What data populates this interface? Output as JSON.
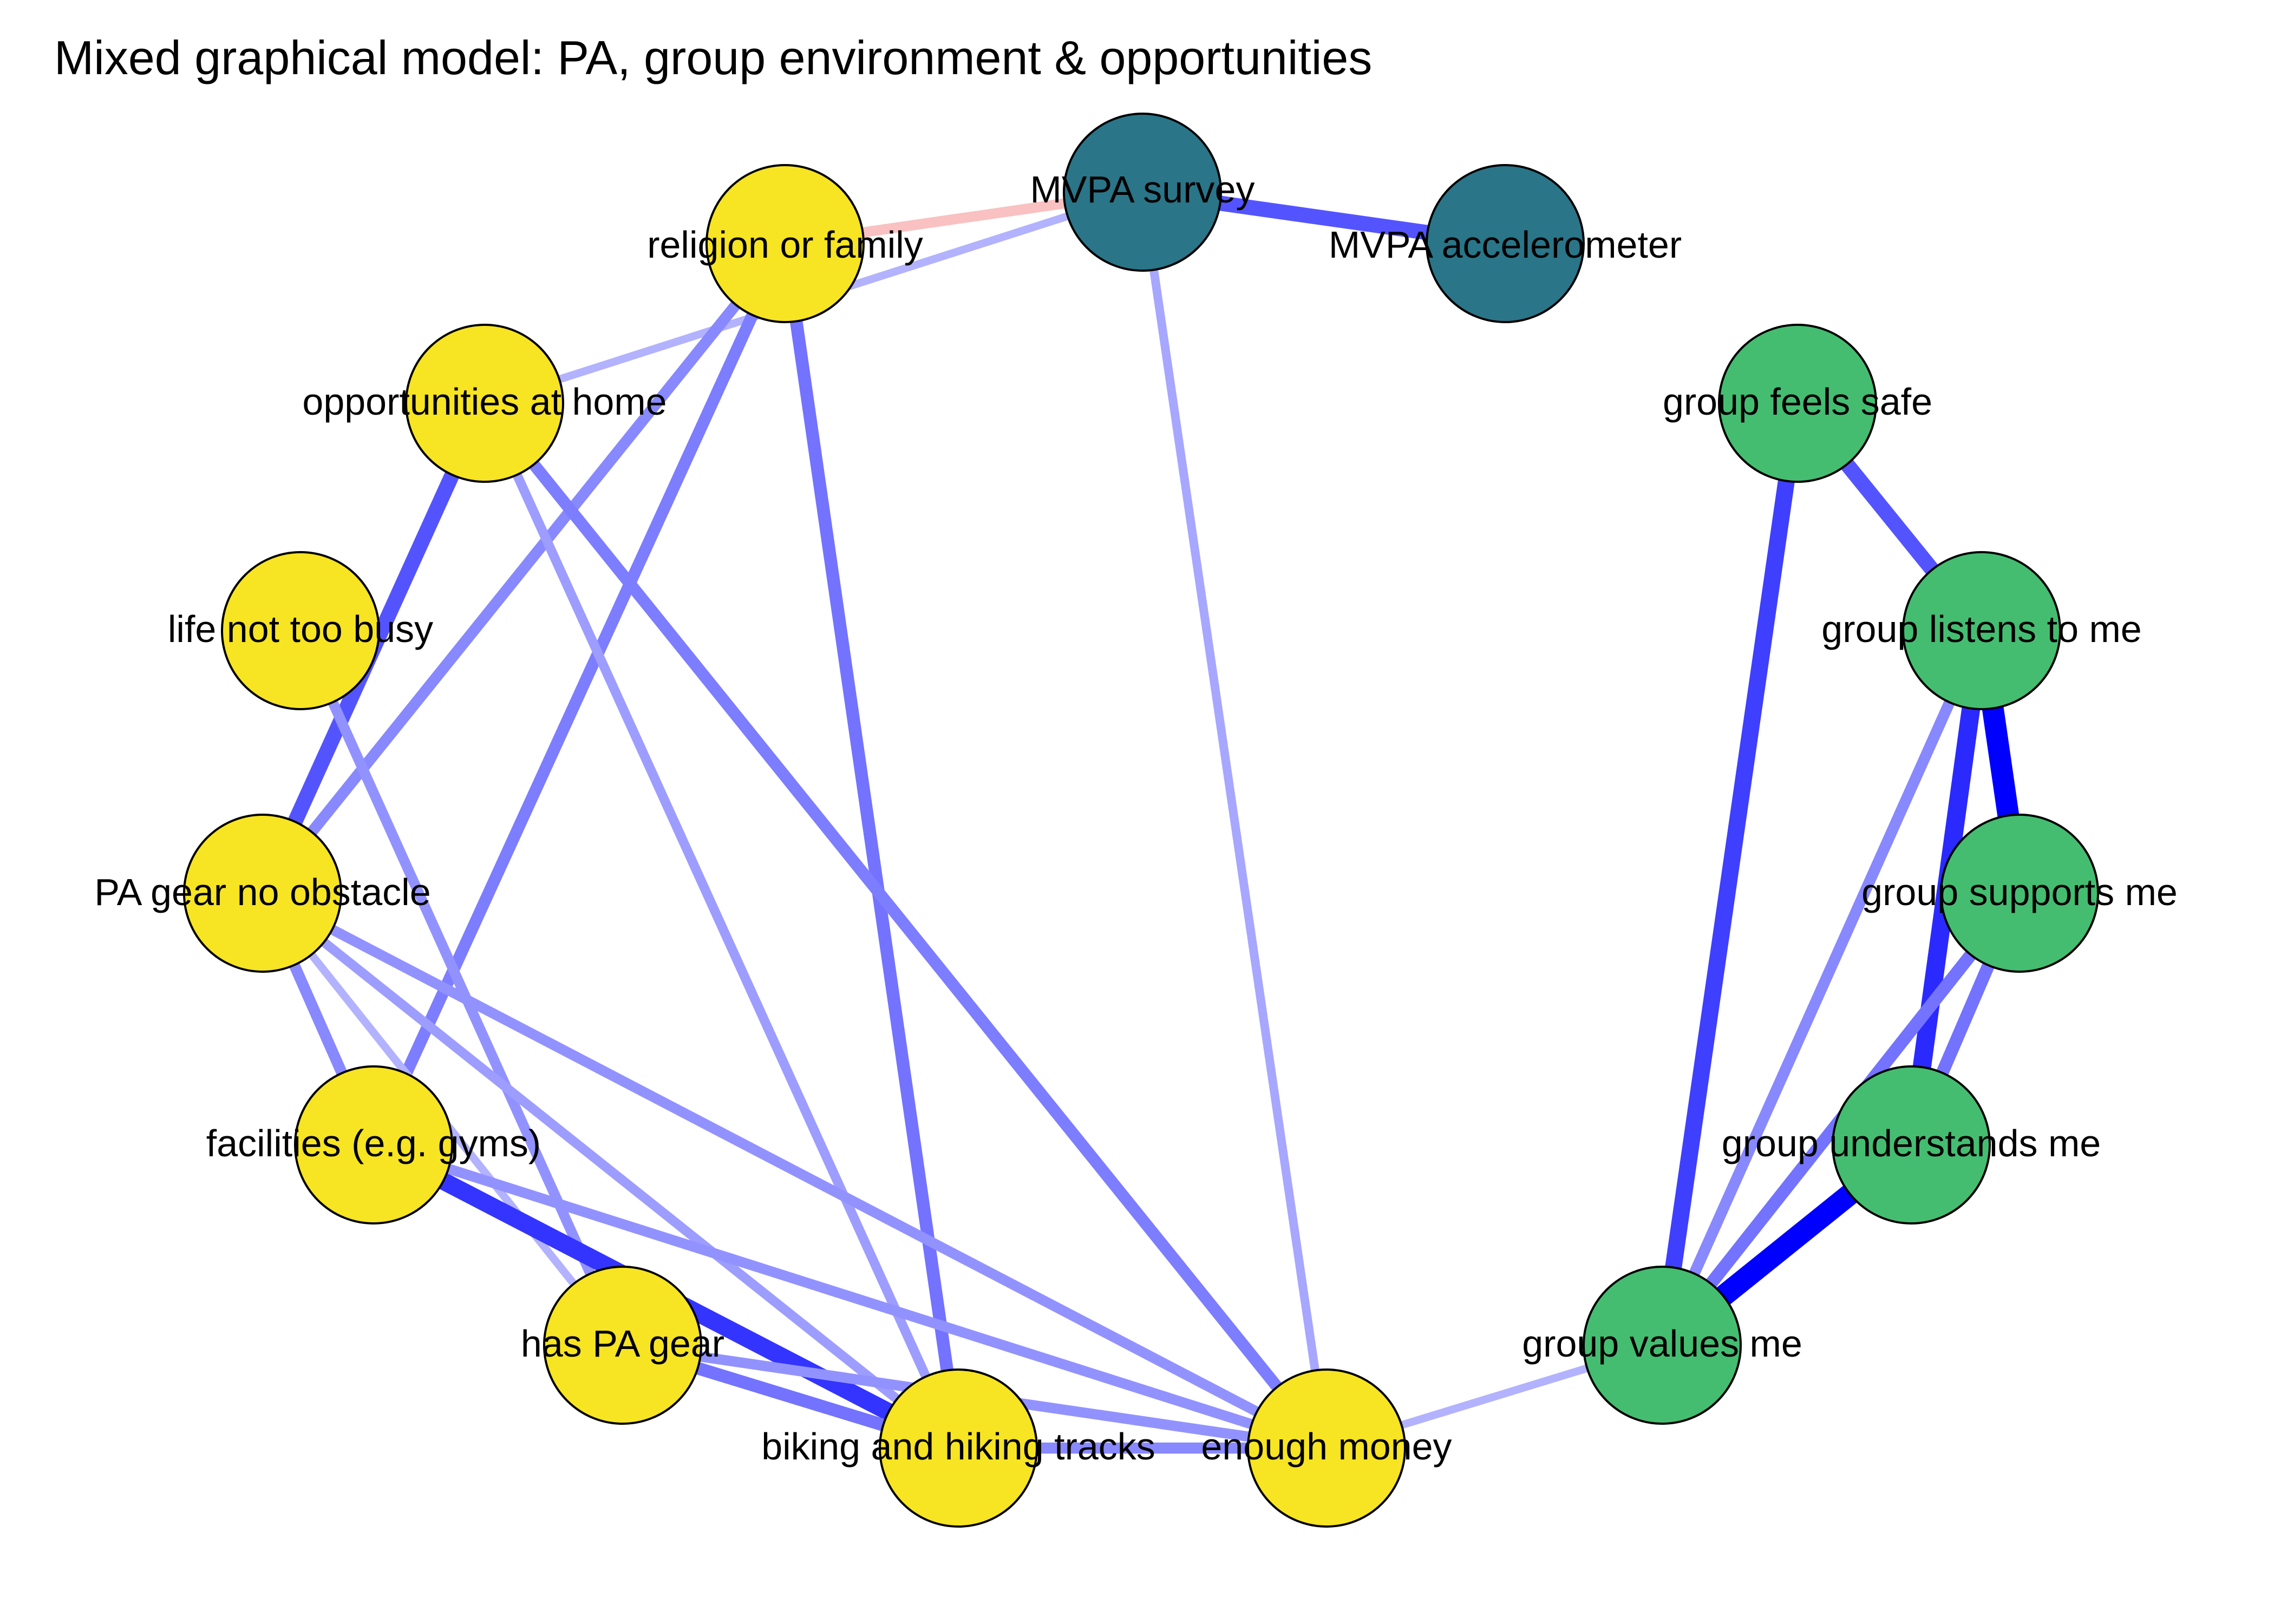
{
  "title": "Mixed graphical model: PA, group environment & opportunities",
  "colors": {
    "pa": "#2a7588",
    "opportunities": "#f7e423",
    "group": "#44bd71",
    "positive_edge": "#0000ff",
    "negative_edge": "#f06e6e",
    "node_stroke": "#000000"
  },
  "nodes": [
    {
      "id": "mvpa_survey",
      "label": "MVPA survey",
      "group": "pa"
    },
    {
      "id": "mvpa_acc",
      "label": "MVPA accelerometer",
      "group": "pa"
    },
    {
      "id": "religion",
      "label": "religion or family",
      "group": "opportunities"
    },
    {
      "id": "opp_home",
      "label": "opportunities at home",
      "group": "opportunities"
    },
    {
      "id": "not_busy",
      "label": "life not too busy",
      "group": "opportunities"
    },
    {
      "id": "gear_obstacle",
      "label": "PA gear no obstacle",
      "group": "opportunities"
    },
    {
      "id": "facilities",
      "label": "facilities (e.g. gyms)",
      "group": "opportunities"
    },
    {
      "id": "has_gear",
      "label": "has PA gear",
      "group": "opportunities"
    },
    {
      "id": "tracks",
      "label": "biking and hiking tracks",
      "group": "opportunities"
    },
    {
      "id": "money",
      "label": "enough money",
      "group": "opportunities"
    },
    {
      "id": "feels_safe",
      "label": "group feels safe",
      "group": "group"
    },
    {
      "id": "listens",
      "label": "group listens to me",
      "group": "group"
    },
    {
      "id": "supports",
      "label": "group supports me",
      "group": "group"
    },
    {
      "id": "understands",
      "label": "group understands me",
      "group": "group"
    },
    {
      "id": "values",
      "label": "group values me",
      "group": "group"
    }
  ],
  "edges": [
    {
      "from": "mvpa_survey",
      "to": "religion",
      "sign": "negative",
      "strength": 0.3
    },
    {
      "from": "mvpa_survey",
      "to": "mvpa_acc",
      "sign": "positive",
      "strength": 0.6
    },
    {
      "from": "mvpa_survey",
      "to": "opp_home",
      "sign": "positive",
      "strength": 0.15
    },
    {
      "from": "mvpa_survey",
      "to": "money",
      "sign": "positive",
      "strength": 0.2
    },
    {
      "from": "religion",
      "to": "gear_obstacle",
      "sign": "positive",
      "strength": 0.35
    },
    {
      "from": "religion",
      "to": "facilities",
      "sign": "positive",
      "strength": 0.4
    },
    {
      "from": "religion",
      "to": "tracks",
      "sign": "positive",
      "strength": 0.45
    },
    {
      "from": "opp_home",
      "to": "gear_obstacle",
      "sign": "positive",
      "strength": 0.6
    },
    {
      "from": "opp_home",
      "to": "tracks",
      "sign": "positive",
      "strength": 0.25
    },
    {
      "from": "opp_home",
      "to": "money",
      "sign": "positive",
      "strength": 0.4
    },
    {
      "from": "not_busy",
      "to": "has_gear",
      "sign": "positive",
      "strength": 0.3
    },
    {
      "from": "gear_obstacle",
      "to": "facilities",
      "sign": "positive",
      "strength": 0.35
    },
    {
      "from": "gear_obstacle",
      "to": "tracks",
      "sign": "positive",
      "strength": 0.25
    },
    {
      "from": "gear_obstacle",
      "to": "money",
      "sign": "positive",
      "strength": 0.3
    },
    {
      "from": "gear_obstacle",
      "to": "has_gear",
      "sign": "positive",
      "strength": 0.15
    },
    {
      "from": "facilities",
      "to": "tracks",
      "sign": "positive",
      "strength": 0.75
    },
    {
      "from": "facilities",
      "to": "money",
      "sign": "positive",
      "strength": 0.3
    },
    {
      "from": "has_gear",
      "to": "tracks",
      "sign": "positive",
      "strength": 0.45
    },
    {
      "from": "has_gear",
      "to": "money",
      "sign": "positive",
      "strength": 0.3
    },
    {
      "from": "tracks",
      "to": "money",
      "sign": "positive",
      "strength": 0.35
    },
    {
      "from": "money",
      "to": "values",
      "sign": "positive",
      "strength": 0.15
    },
    {
      "from": "feels_safe",
      "to": "listens",
      "sign": "positive",
      "strength": 0.6
    },
    {
      "from": "feels_safe",
      "to": "values",
      "sign": "positive",
      "strength": 0.7
    },
    {
      "from": "listens",
      "to": "supports",
      "sign": "positive",
      "strength": 1.0
    },
    {
      "from": "listens",
      "to": "understands",
      "sign": "positive",
      "strength": 0.8
    },
    {
      "from": "listens",
      "to": "values",
      "sign": "positive",
      "strength": 0.35
    },
    {
      "from": "supports",
      "to": "understands",
      "sign": "positive",
      "strength": 0.45
    },
    {
      "from": "supports",
      "to": "values",
      "sign": "positive",
      "strength": 0.45
    },
    {
      "from": "understands",
      "to": "values",
      "sign": "positive",
      "strength": 1.0
    }
  ]
}
